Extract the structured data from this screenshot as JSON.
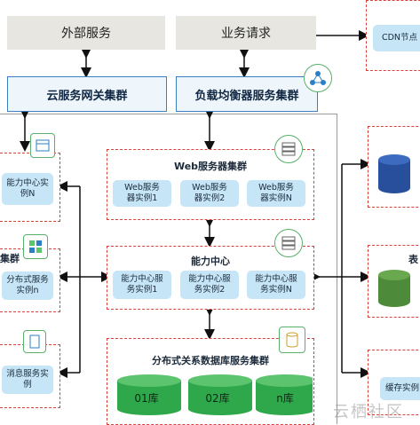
{
  "top": {
    "external_service": "外部服务",
    "business_request": "业务请求"
  },
  "gateways": {
    "cloud_gateway": "云服务网关集群",
    "load_balancer": "负载均衡器服务集群"
  },
  "cdn": {
    "label": "CDN节点"
  },
  "web_cluster": {
    "title": "Web服务器集群",
    "instances": [
      "Web服务\n器实例1",
      "Web服务\n器实例2",
      "Web服务\n器实例N"
    ]
  },
  "capability_center": {
    "title": "能力中心",
    "instances": [
      "能力中心服\n务实例1",
      "能力中心服\n务实例2",
      "能力中心服\n务实例N"
    ]
  },
  "db_cluster": {
    "title": "分布式关系数据库服务集群",
    "databases": [
      "01库",
      "02库",
      "n库"
    ]
  },
  "left_column": {
    "block1_instance": "能力中心实\n例N",
    "block2_partial_title": "集群",
    "block2_instance": "分布式服务\n实例n",
    "block3_instance": "消息服务实\n例"
  },
  "right_column": {
    "block2_partial_title": "表",
    "cache_instance": "缓存实例"
  },
  "watermark": "云栖社区",
  "colors": {
    "dashed_border": "#d9423a",
    "instance_fill": "#c6e6f7",
    "gateway_border": "#3b7fc4",
    "db_green": "#2ea84a",
    "cylinder_blue": "#274f9c",
    "cylinder_green": "#4d8a3a"
  }
}
